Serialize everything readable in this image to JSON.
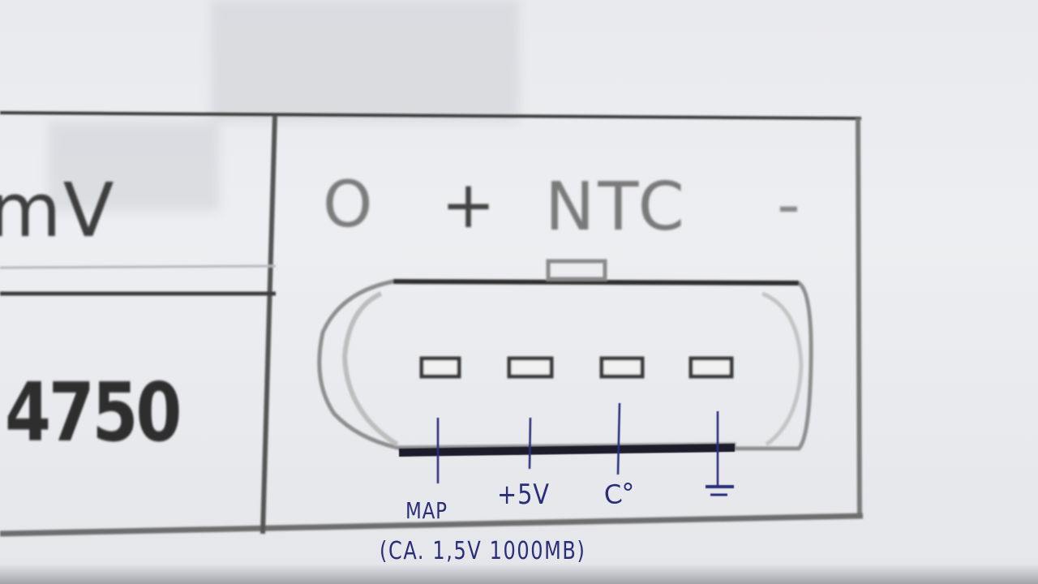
{
  "table": {
    "left_cell_unit": "mV",
    "left_cell_value": "4750"
  },
  "connector": {
    "header_labels": [
      "O",
      "+",
      "NTC",
      "-"
    ]
  },
  "handwriting": {
    "pin_labels": [
      "MAP",
      "+5V",
      "C°"
    ],
    "note": "(CA. 1,5V 1000MB)"
  },
  "colors": {
    "ink_printed": "#3c3c3c",
    "ink_handwritten": "#2a2e7a",
    "paper": "#eceef1"
  }
}
